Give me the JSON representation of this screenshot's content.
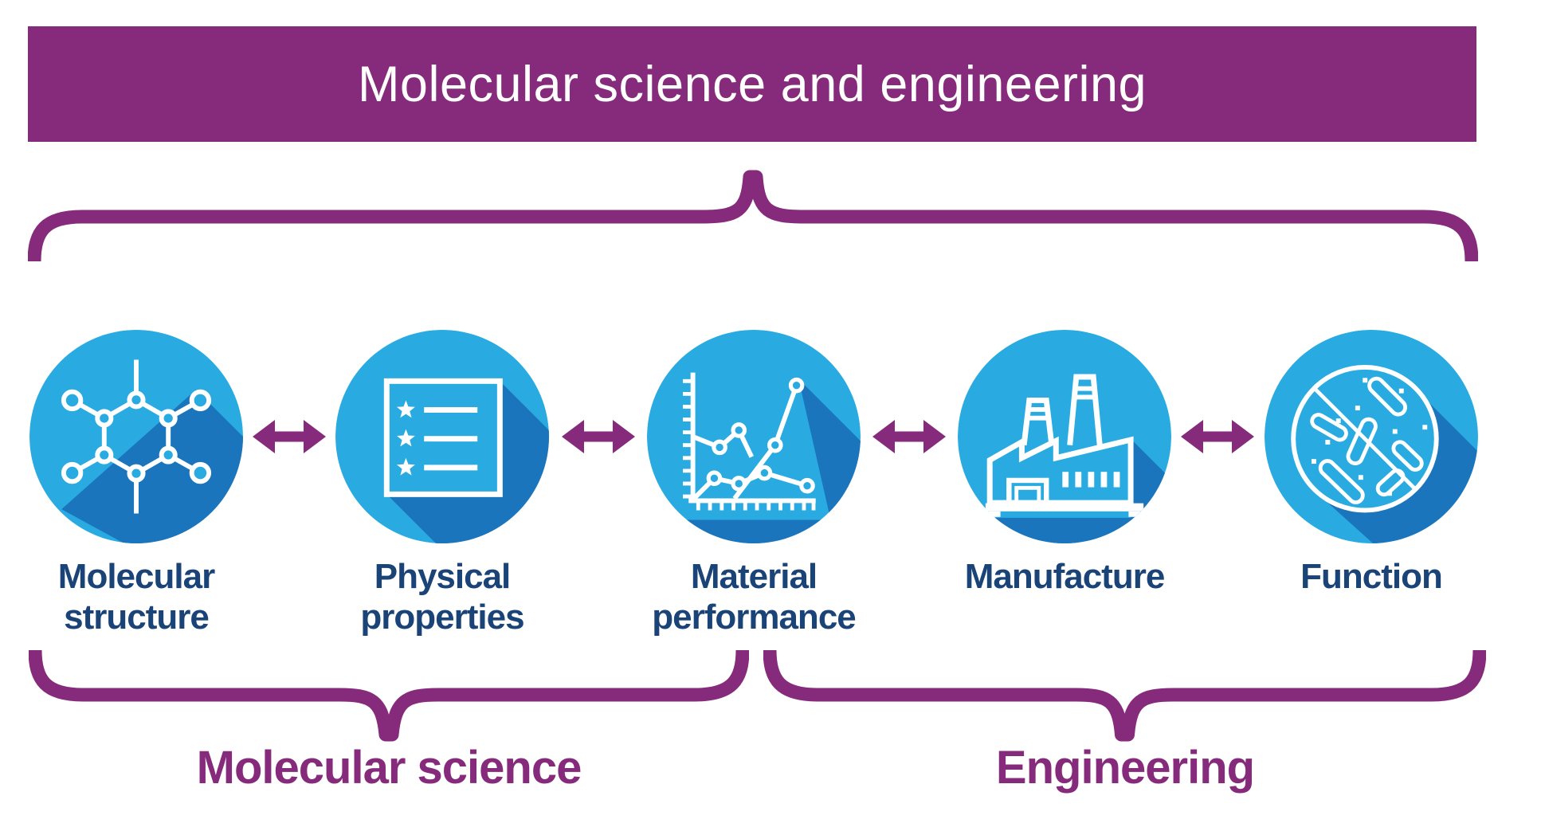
{
  "title": "Molecular science and engineering",
  "nodes": [
    {
      "line1": "Molecular",
      "line2": "structure",
      "icon": "molecule"
    },
    {
      "line1": "Physical",
      "line2": "properties",
      "icon": "checklist"
    },
    {
      "line1": "Material",
      "line2": "performance",
      "icon": "line-chart"
    },
    {
      "line1": "Manufacture",
      "line2": "",
      "icon": "factory"
    },
    {
      "line1": "Function",
      "line2": "",
      "icon": "petri-dish"
    }
  ],
  "connectors": {
    "type": "double-arrow",
    "count": 4
  },
  "groups": {
    "left": {
      "label": "Molecular science"
    },
    "right": {
      "label": "Engineering"
    }
  },
  "colors": {
    "purple": "#862B7B",
    "circle_blue": "#29ABE2",
    "shadow_blue": "#1B75BC",
    "label_navy": "#1A4377",
    "background": "#FFFFFF"
  }
}
